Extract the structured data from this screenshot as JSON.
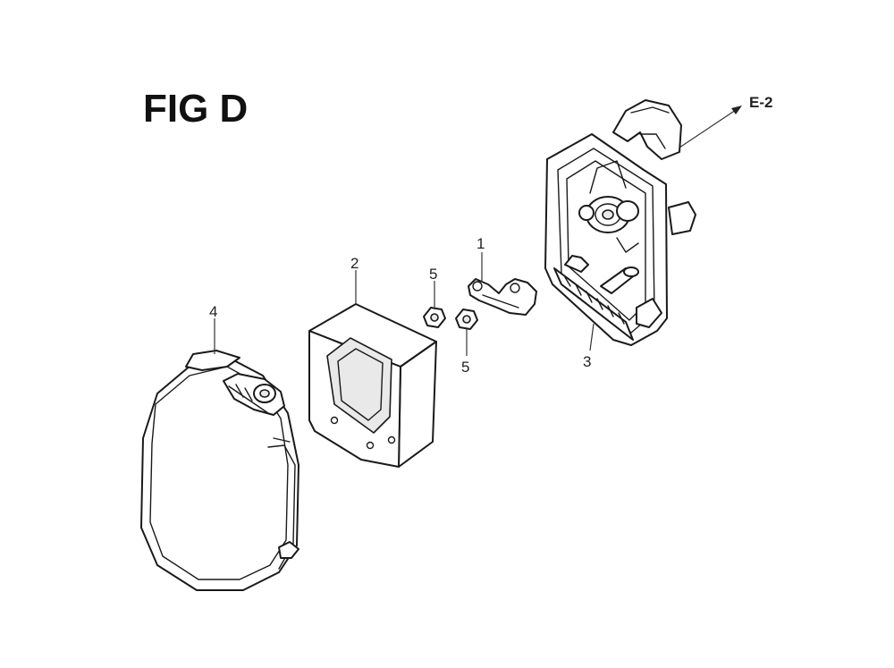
{
  "figure": {
    "title": "FIG D",
    "reference": "E-2"
  },
  "callouts": [
    {
      "id": "callout-1",
      "label": "1"
    },
    {
      "id": "callout-2",
      "label": "2"
    },
    {
      "id": "callout-3",
      "label": "3"
    },
    {
      "id": "callout-4",
      "label": "4"
    },
    {
      "id": "callout-5a",
      "label": "5"
    },
    {
      "id": "callout-5b",
      "label": "5"
    }
  ]
}
